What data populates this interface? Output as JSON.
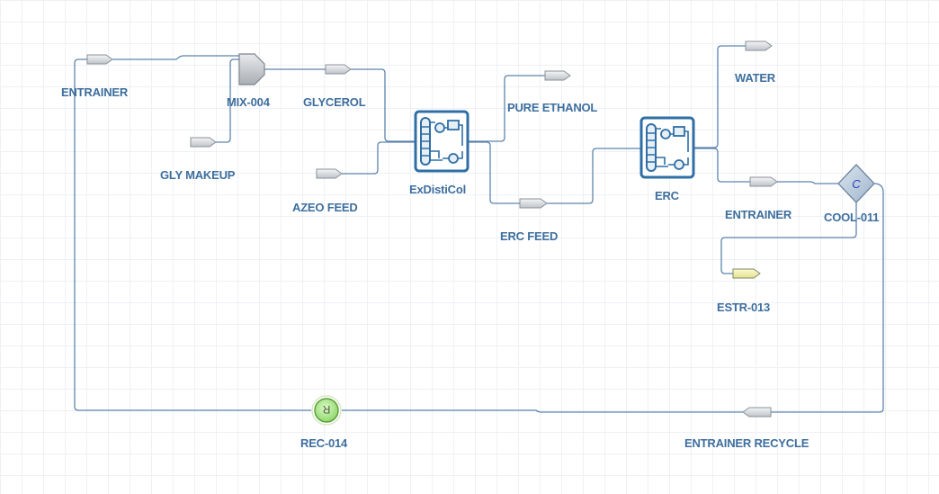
{
  "streams": {
    "entrainer_in": "ENTRAINER",
    "gly_makeup": "GLY MAKEUP",
    "glycerol": "GLYCEROL",
    "azeo_feed": "AZEO FEED",
    "pure_ethanol": "PURE ETHANOL",
    "erc_feed": "ERC FEED",
    "water": "WATER",
    "entrainer_out": "ENTRAINER",
    "estr_013": "ESTR-013",
    "entrainer_recycle": "ENTRAINER RECYCLE"
  },
  "units": {
    "mixer": "MIX-004",
    "extractive_column": "ExDistiCol",
    "recovery_column": "ERC",
    "cooler": "COOL-011",
    "cooler_symbol": "C",
    "recycle": "REC-014",
    "recycle_symbol": "R"
  },
  "colors": {
    "label": "#3d6e9e",
    "wire": "#5d84ad",
    "column": "#2f6fa6",
    "cooler_fill": "#b7c8dc",
    "recycle_fill": "#b8ec96",
    "product_arrow": "#f3f0b0"
  },
  "icons": {
    "stream": "stream-arrow-icon",
    "mixer": "mixer-icon",
    "column": "distillation-column-icon",
    "cooler": "cooler-icon",
    "recycle": "recycle-block-icon"
  }
}
